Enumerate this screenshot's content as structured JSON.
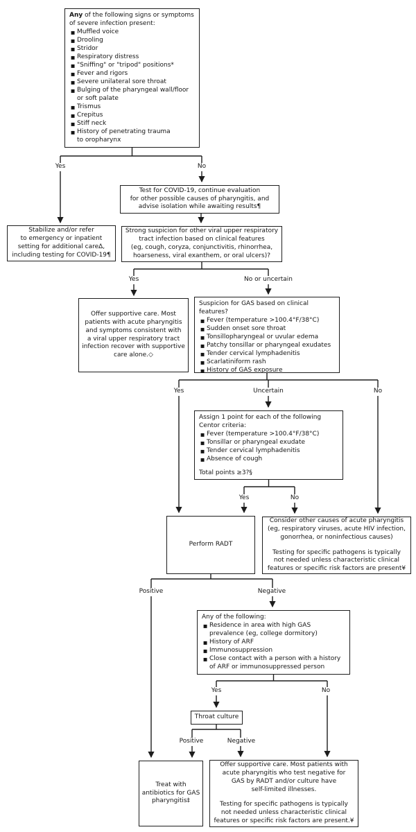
{
  "page": {
    "background_color": "#ffffff",
    "line_color": "#1d1d1d",
    "text_color": "#151515"
  },
  "boxes": {
    "severe": {
      "title_bold": "Any",
      "title_rest": " of the following signs or symptoms\nof severe infection present:",
      "bullets": [
        "Muffled voice",
        "Drooling",
        "Stridor",
        "Respiratory distress",
        "\"Sniffing\" or \"tripod\" positions*",
        "Fever and rigors",
        "Severe unilateral sore throat",
        "Bulging of the pharyngeal wall/floor\nor soft palate",
        "Trismus",
        "Crepitus",
        "Stiff neck",
        "History of penetrating trauma\nto oropharynx"
      ]
    },
    "covid": {
      "text": "Test for COVID-19, continue evaluation\nfor other possible causes of pharyngitis, and\nadvise isolation while awaiting results¶"
    },
    "stabilize": {
      "text": "Stabilize and/or refer\nto emergency or inpatient\nsetting for additional careΔ,\nincluding testing for COVID-19¶"
    },
    "viral": {
      "text": "Strong suspicion for other viral upper respiratory\ntract infection based on clinical features\n(eg, cough, coryza, conjunctivitis, rhinorrhea,\nhoarseness, viral exanthem, or oral ulcers)?"
    },
    "supportive_viral": {
      "text": "Offer supportive care. Most\npatients with acute pharyngitis\nand symptoms consistent with\na viral upper respiratory tract\ninfection recover with supportive\ncare alone.◇"
    },
    "gas_suspicion": {
      "title": "Suspicion for GAS based on clinical features?",
      "bullets": [
        "Fever (temperature >100.4°F/38°C)",
        "Sudden onset sore throat",
        "Tonsillopharyngeal or uvular edema",
        "Patchy tonsillar or pharyngeal exudates",
        "Tender cervical lymphadenitis",
        "Scarlatiniform rash",
        "History of GAS exposure"
      ]
    },
    "centor": {
      "title": "Assign 1 point for each of the following\nCentor criteria:",
      "bullets": [
        "Fever (temperature >100.4°F/38°C)",
        "Tonsillar or pharyngeal exudate",
        "Tender cervical lymphadenitis",
        "Absence of cough"
      ],
      "footer": "Total points ≥3?§"
    },
    "radt": {
      "text": "Perform RADT"
    },
    "consider": {
      "para1": "Consider other causes of acute pharyngitis\n(eg, respiratory viruses, acute HIV infection,\ngonorrhea, or noninfectious causes)",
      "para2": "Testing for specific pathogens is typically\nnot needed unless characteristic clinical\nfeatures or specific risk factors are present¥"
    },
    "risk": {
      "title": "Any of the following:",
      "bullets": [
        "Residence in area with high GAS\nprevalence (eg, college dormitory)",
        "History of ARF",
        "Immunosuppression",
        "Close contact with a person with a history\nof ARF or immunosuppressed person"
      ]
    },
    "throat_culture": {
      "text": "Throat culture"
    },
    "treat": {
      "text": "Treat with\nantibiotics for GAS\npharyngitis‡"
    },
    "supportive_negative": {
      "para1": "Offer supportive care. Most patients with\nacute pharyngitis who test negative for\nGAS by RADT and/or culture have\nself-limited illnesses.",
      "para2": "Testing for specific pathogens is typically\nnot needed unless characteristic clinical\nfeatures or specific risk factors are present.¥"
    }
  },
  "labels": {
    "split1_yes": "Yes",
    "split1_no": "No",
    "split2_yes": "Yes",
    "split2_no": "No or uncertain",
    "split3_yes": "Yes",
    "split3_uncertain": "Uncertain",
    "split3_no": "No",
    "split4_yes": "Yes",
    "split4_no": "No",
    "split5_positive": "Positive",
    "split5_negative": "Negative",
    "split6_yes": "Yes",
    "split6_no": "No",
    "split7_positive": "Positive",
    "split7_negative": "Negative"
  }
}
